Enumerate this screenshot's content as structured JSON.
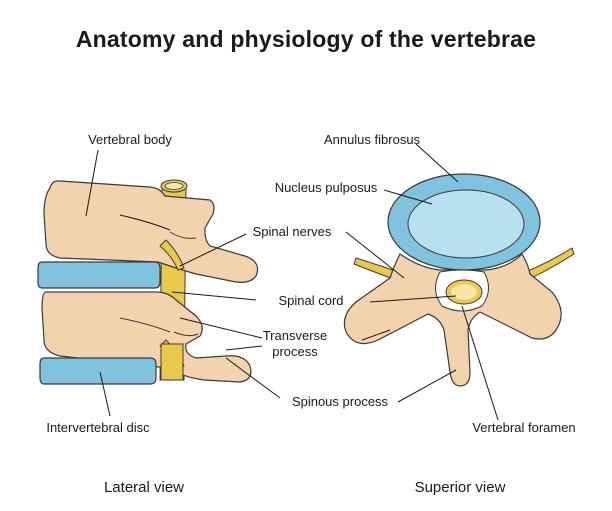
{
  "title": "Anatomy and physiology of the vertebrae",
  "labels": {
    "vertebral_body": "Vertebral body",
    "spinal_nerves": "Spinal nerves",
    "spinal_cord": "Spinal cord",
    "transverse_process_line1": "Transverse",
    "transverse_process_line2": "process",
    "spinous_process": "Spinous process",
    "intervertebral_disc": "Intervertebral disc",
    "annulus_fibrosus": "Annulus fibrosus",
    "nucleus_pulposus": "Nucleus pulposus",
    "vertebral_foramen": "Vertebral foramen"
  },
  "views": {
    "lateral": "Lateral view",
    "superior": "Superior view"
  },
  "colors": {
    "bone": "#f2d3ad",
    "disc": "#7fc3df",
    "nucleus": "#b9e0ee",
    "nerve": "#e9c84a",
    "outline": "#3a3a3a"
  }
}
